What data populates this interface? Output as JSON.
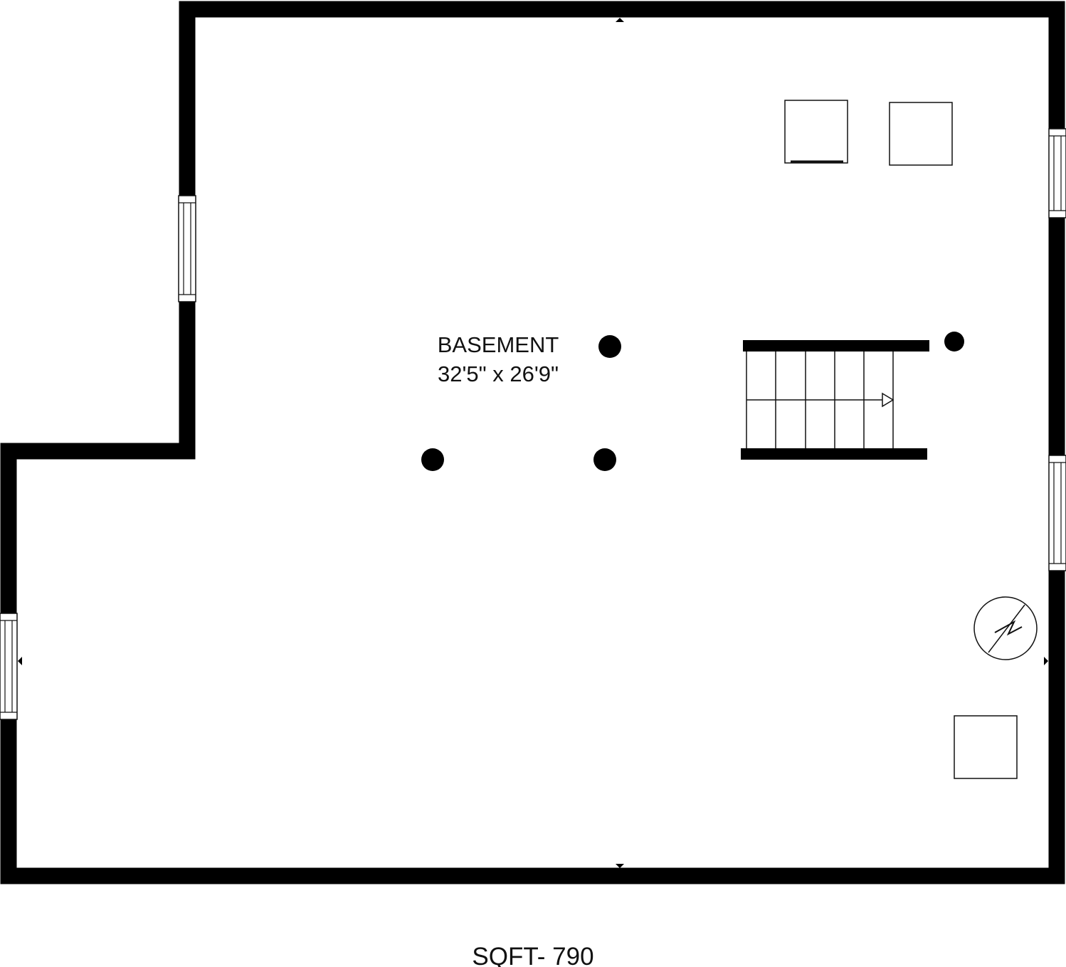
{
  "room": {
    "name": "BASEMENT",
    "dimensions": "32'5\" x 26'9\""
  },
  "footer": {
    "area": "SQFT- 790"
  },
  "colors": {
    "wall": "#000000",
    "background": "#ffffff",
    "line": "#111111"
  },
  "icons": [
    "window",
    "column",
    "staircase",
    "appliance-box",
    "electrical-panel",
    "opening-marker"
  ]
}
